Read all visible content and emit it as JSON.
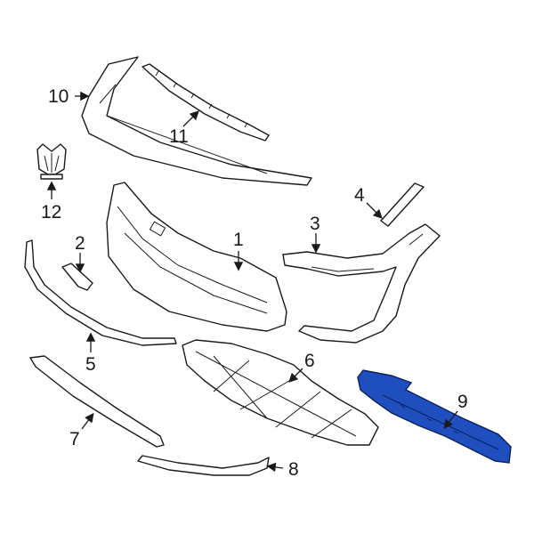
{
  "diagram": {
    "highlight_color": "#1f4fbf",
    "line_color": "#1a1a1a",
    "background": "#ffffff",
    "highlighted_part": "9",
    "callouts": [
      {
        "id": "1",
        "label": "1"
      },
      {
        "id": "2",
        "label": "2"
      },
      {
        "id": "3",
        "label": "3"
      },
      {
        "id": "4",
        "label": "4"
      },
      {
        "id": "5",
        "label": "5"
      },
      {
        "id": "6",
        "label": "6"
      },
      {
        "id": "7",
        "label": "7"
      },
      {
        "id": "8",
        "label": "8"
      },
      {
        "id": "9",
        "label": "9"
      },
      {
        "id": "10",
        "label": "10"
      },
      {
        "id": "11",
        "label": "11"
      },
      {
        "id": "12",
        "label": "12"
      }
    ]
  }
}
